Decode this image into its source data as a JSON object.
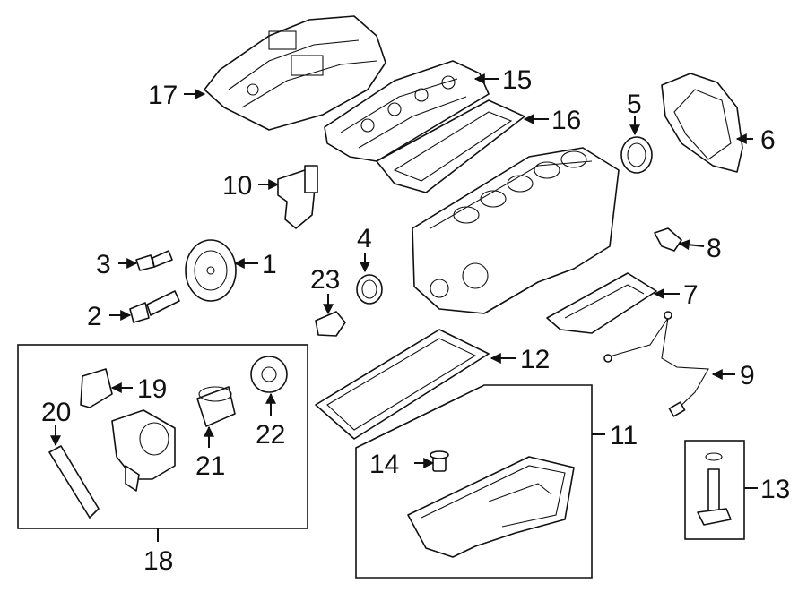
{
  "callouts": {
    "c1": "1",
    "c2": "2",
    "c3": "3",
    "c4": "4",
    "c5": "5",
    "c6": "6",
    "c7": "7",
    "c8": "8",
    "c9": "9",
    "c10": "10",
    "c11": "11",
    "c12": "12",
    "c13": "13",
    "c14": "14",
    "c15": "15",
    "c16": "16",
    "c17": "17",
    "c18": "18",
    "c19": "19",
    "c20": "20",
    "c21": "21",
    "c22": "22",
    "c23": "23"
  },
  "colors": {
    "line": "#111111",
    "background": "#ffffff"
  }
}
